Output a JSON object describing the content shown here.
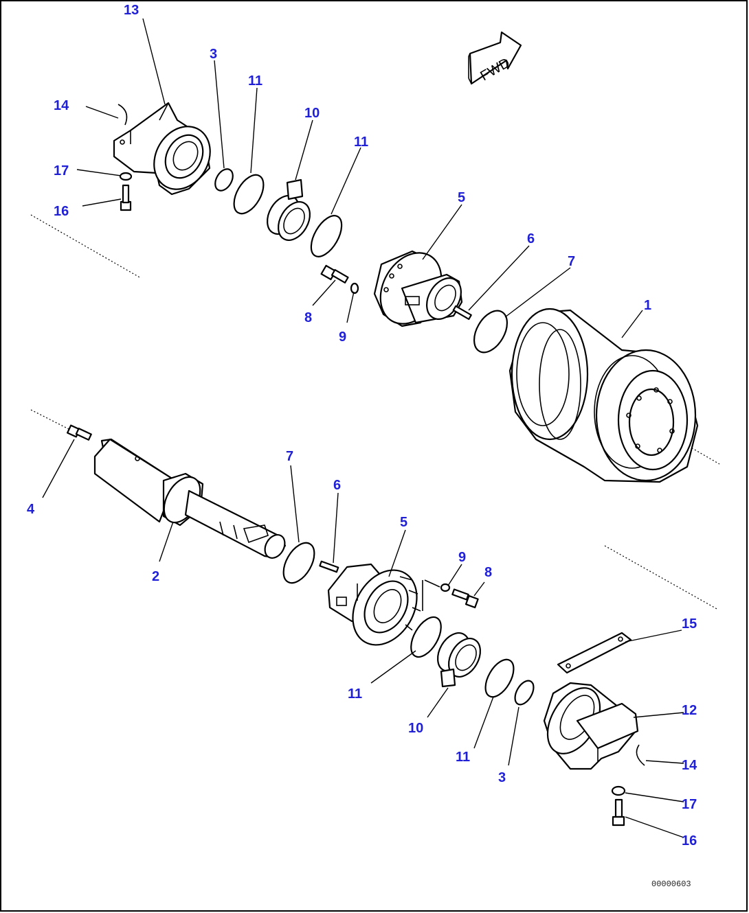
{
  "colors": {
    "callout": "#1f1fd6",
    "line": "#000000",
    "background": "#ffffff"
  },
  "direction_marker": {
    "label": "FWD",
    "icon": "fwd-arrow-icon"
  },
  "drawing_code": "00000603",
  "callouts": {
    "c13_top": "13",
    "c14_top": "14",
    "c17_top": "17",
    "c16_top": "16",
    "c3_top": "3",
    "c11_top_a": "11",
    "c10_top": "10",
    "c11_top_b": "11",
    "c5_top": "5",
    "c6_top": "6",
    "c7_top": "7",
    "c8_top": "8",
    "c9_top": "9",
    "c1": "1",
    "c4": "4",
    "c2": "2",
    "c7_bot": "7",
    "c6_bot": "6",
    "c5_bot": "5",
    "c9_bot": "9",
    "c8_bot": "8",
    "c15": "15",
    "c12": "12",
    "c14_bot": "14",
    "c17_bot": "17",
    "c16_bot": "16",
    "c11_bot_a": "11",
    "c10_bot": "10",
    "c11_bot_b": "11",
    "c3_bot": "3"
  }
}
